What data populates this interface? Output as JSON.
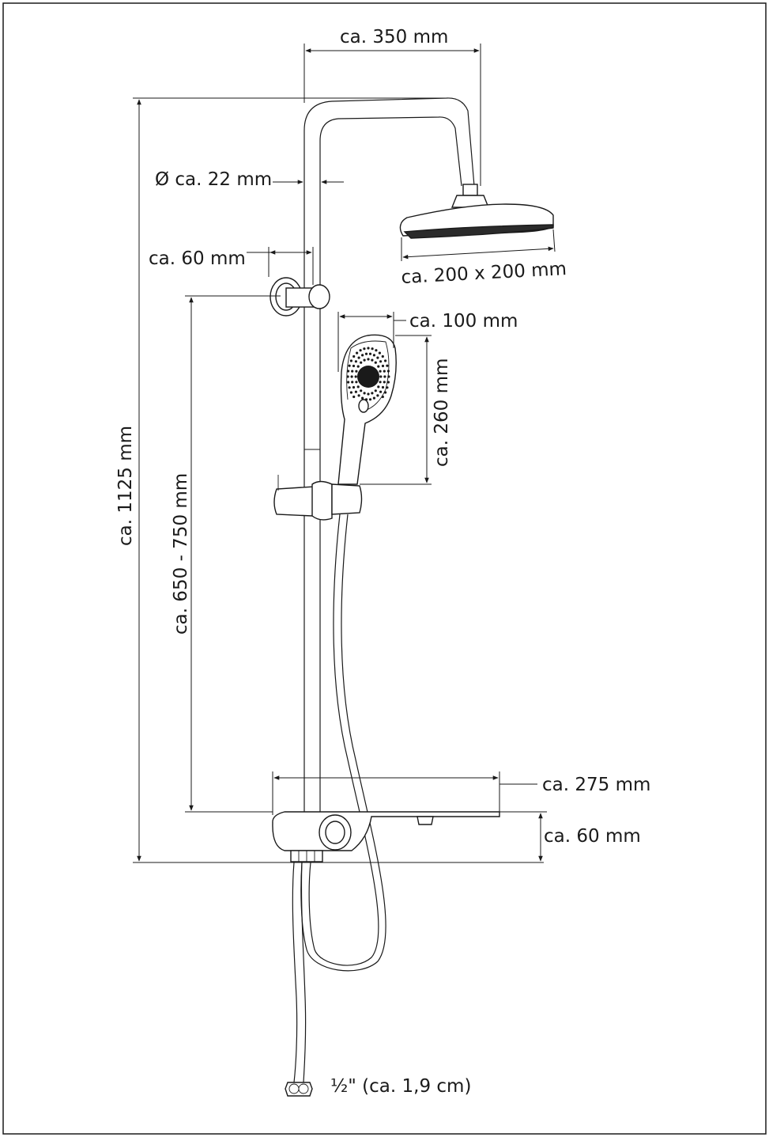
{
  "dimensions": {
    "width_total": "ca. 350 mm",
    "pipe_diameter": "Ø ca. 22 mm",
    "wall_bracket_offset": "ca. 60 mm",
    "head_shower_size": "ca. 200 x 200 mm",
    "hand_shower_width": "ca. 100 mm",
    "hand_shower_length": "ca. 260 mm",
    "total_height": "ca. 1125  mm",
    "adjustable_height": "ca. 650 - 750 mm",
    "shelf_width": "ca. 275 mm",
    "shelf_height": "ca. 60 mm",
    "connection": "½\" (ca. 1,9 cm)"
  },
  "colors": {
    "line": "#1a1a1a",
    "frame": "#1a1a1a",
    "background": "#ffffff"
  }
}
